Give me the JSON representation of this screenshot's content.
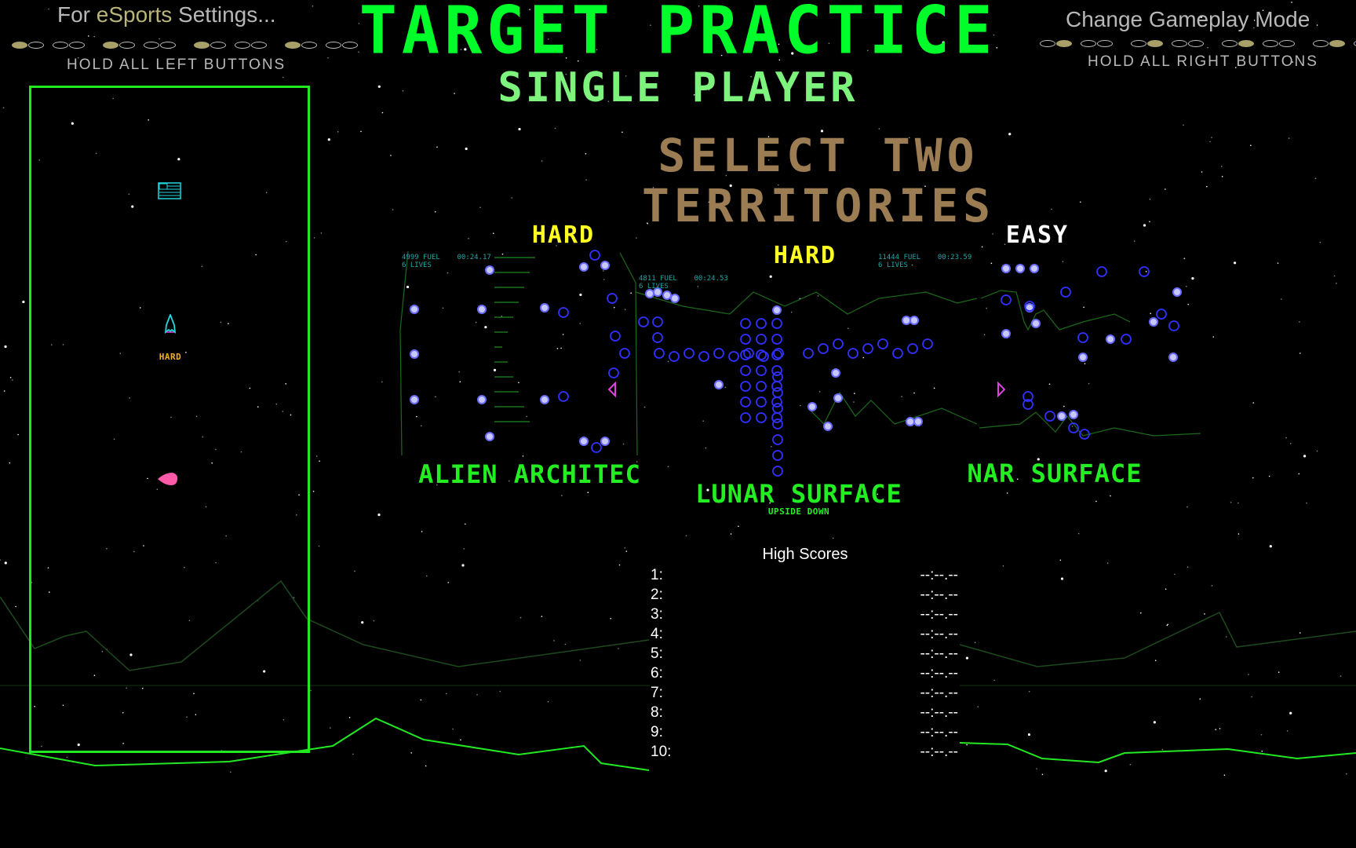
{
  "header": {
    "title": "TARGET PRACTICE",
    "subtitle": "SINGLE PLAYER"
  },
  "left_hint": {
    "prefix": "For ",
    "accent": "eSports",
    "suffix": " Settings...",
    "instruction": "HOLD ALL LEFT BUTTONS"
  },
  "right_hint": {
    "label": "Change Gameplay Mode",
    "instruction": "HOLD ALL RIGHT BUTTONS"
  },
  "side_panel": {
    "difficulty": "HARD",
    "icons": [
      "flag-icon",
      "ship-icon",
      "enemy-blob-icon"
    ]
  },
  "prompt": {
    "line1": "SELECT TWO",
    "line2": "TERRITORIES"
  },
  "territories": [
    {
      "name": "ALIEN ARCHITEC",
      "difficulty": "HARD",
      "difficulty_color": "#ffff22",
      "hud": {
        "score": "4999",
        "fuel": "FUEL",
        "lives_count": "6",
        "lives": "LIVES",
        "time": "00:24.17"
      }
    },
    {
      "name": "LUNAR SURFACE",
      "variant": "UPSIDE DOWN",
      "difficulty": "HARD",
      "difficulty_color": "#ffff22",
      "hud": {
        "score": "4811",
        "fuel": "FUEL",
        "lives_count": "6",
        "lives": "LIVES",
        "time": "00:24.53"
      }
    },
    {
      "name": "NAR SURFACE",
      "difficulty": "EASY",
      "difficulty_color": "#ffffff",
      "hud": {
        "score": "11444",
        "fuel": "FUEL",
        "lives_count": "6",
        "lives": "LIVES",
        "time": "00:23.59"
      }
    }
  ],
  "high_scores": {
    "title": "High Scores",
    "rows": [
      {
        "rank": "1:",
        "time": "--:--.--"
      },
      {
        "rank": "2:",
        "time": "--:--.--"
      },
      {
        "rank": "3:",
        "time": "--:--.--"
      },
      {
        "rank": "4:",
        "time": "--:--.--"
      },
      {
        "rank": "5:",
        "time": "--:--.--"
      },
      {
        "rank": "6:",
        "time": "--:--.--"
      },
      {
        "rank": "7:",
        "time": "--:--.--"
      },
      {
        "rank": "8:",
        "time": "--:--.--"
      },
      {
        "rank": "9:",
        "time": "--:--.--"
      },
      {
        "rank": "10:",
        "time": "--:--.--"
      }
    ]
  },
  "colors": {
    "title": "#00ff2a",
    "subtitle": "#7df27d",
    "prompt": "#9c7c52",
    "terrain": "#22e822",
    "target": "#3a3aff"
  }
}
